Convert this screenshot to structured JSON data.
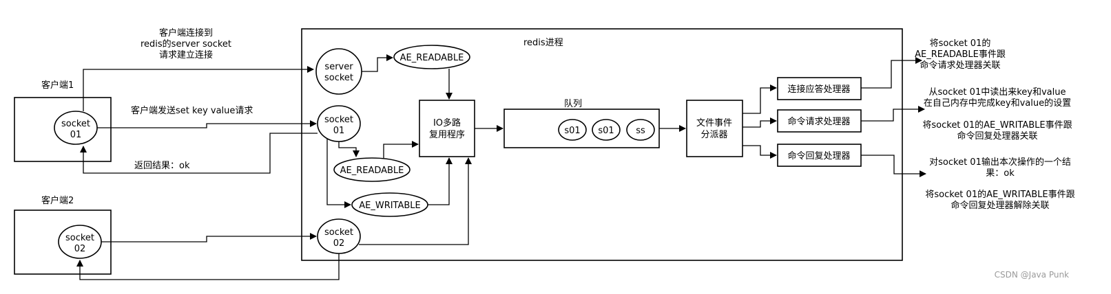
{
  "clients": {
    "client1": {
      "title": "客户端1",
      "socket": [
        "socket",
        "01"
      ]
    },
    "client2": {
      "title": "客户端2",
      "socket": [
        "socket",
        "02"
      ]
    }
  },
  "redis": {
    "title": "redis进程",
    "server_socket": [
      "server",
      "socket"
    ],
    "socket01": [
      "socket",
      "01"
    ],
    "socket02": [
      "socket",
      "02"
    ],
    "ae_readable_top": "AE_READABLE",
    "ae_readable_mid": "AE_READABLE",
    "ae_writable": "AE_WRITABLE",
    "io_multiplexer": [
      "IO多路",
      "复用程序"
    ],
    "queue": {
      "label": "队列",
      "items": [
        "s01",
        "s01",
        "ss"
      ]
    },
    "dispatcher": [
      "文件事件",
      "分派器"
    ],
    "handlers": [
      "连接应答处理器",
      "命令请求处理器",
      "命令回复处理器"
    ]
  },
  "edge_labels": {
    "connect": [
      "客户端连接到",
      "redis的server socket",
      "请求建立连接"
    ],
    "send_cmd": "客户端发送set key value请求",
    "return": "返回结果：ok"
  },
  "notes": {
    "note1": [
      "将socket 01的",
      "AE_READABLE事件跟",
      "命令请求处理器关联"
    ],
    "note2": [
      "从socket 01中读出来key和value",
      "在自己内存中完成key和value的设置"
    ],
    "note3": [
      "将socket 01的AE_WRITABLE事件跟",
      "命令回复处理器关联"
    ],
    "note4": [
      "对socket 01输出本次操作的一个结",
      "果：ok"
    ],
    "note5": [
      "将socket 01的AE_WRITABLE事件跟",
      "命令回复处理器解除关联"
    ]
  },
  "watermark": "CSDN @Java Punk"
}
